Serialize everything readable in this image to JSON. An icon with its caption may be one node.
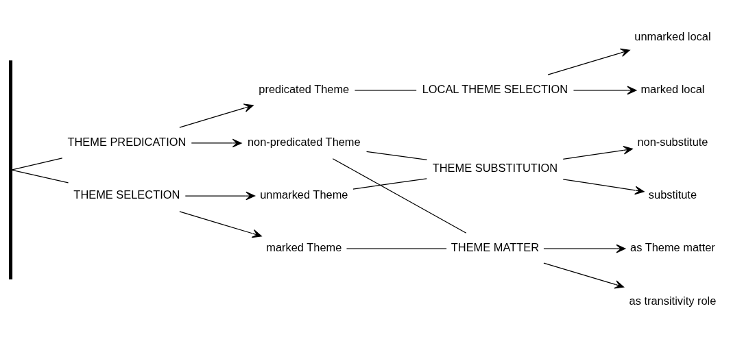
{
  "diagram": {
    "nodes": [
      {
        "text": [
          "THEME SELECTION"
        ]
      },
      {
        "text": [
          "marked Theme"
        ]
      },
      {
        "text": [
          "unmarked Theme"
        ]
      },
      {
        "text": [
          "THEME PREDICATION"
        ]
      },
      {
        "text": [
          "non-predicated Theme"
        ]
      },
      {
        "text": [
          "predicated Theme"
        ]
      },
      {
        "text": [
          "THEME MATTER"
        ]
      },
      {
        "text": [
          "as Theme matter"
        ]
      },
      {
        "text": [
          "as transitivity role"
        ]
      },
      {
        "text": [
          "THEME SUBSTITUTION"
        ]
      },
      {
        "text": [
          "non-substitute"
        ]
      },
      {
        "text": [
          "substitute"
        ]
      },
      {
        "text": [
          "LOCAL THEME SELECTION"
        ]
      },
      {
        "text": [
          "unmarked local"
        ]
      },
      {
        "text": [
          "marked local"
        ]
      },
      {
        "text": [],
        "shape": "bracket"
      }
    ],
    "edges": [
      {
        "from": 15,
        "to": 0,
        "arrow": "none"
      },
      {
        "from": 15,
        "to": 3,
        "arrow": "none"
      },
      {
        "from": 0,
        "to": 1,
        "arrow": "to"
      },
      {
        "from": 0,
        "to": 2,
        "arrow": "to"
      },
      {
        "from": 3,
        "to": 4,
        "arrow": "to"
      },
      {
        "from": 3,
        "to": 5,
        "arrow": "to"
      },
      {
        "from": 1,
        "to": 6,
        "arrow": "none"
      },
      {
        "from": 4,
        "to": 6,
        "arrow": "none"
      },
      {
        "from": 2,
        "to": 9,
        "arrow": "none"
      },
      {
        "from": 4,
        "to": 9,
        "arrow": "none"
      },
      {
        "from": 5,
        "to": 12,
        "arrow": "none"
      },
      {
        "from": 6,
        "to": 7,
        "arrow": "to"
      },
      {
        "from": 6,
        "to": 8,
        "arrow": "to"
      },
      {
        "from": 9,
        "to": 10,
        "arrow": "to"
      },
      {
        "from": 9,
        "to": 11,
        "arrow": "to"
      },
      {
        "from": 12,
        "to": 13,
        "arrow": "to"
      },
      {
        "from": 12,
        "to": 14,
        "arrow": "to"
      }
    ]
  }
}
